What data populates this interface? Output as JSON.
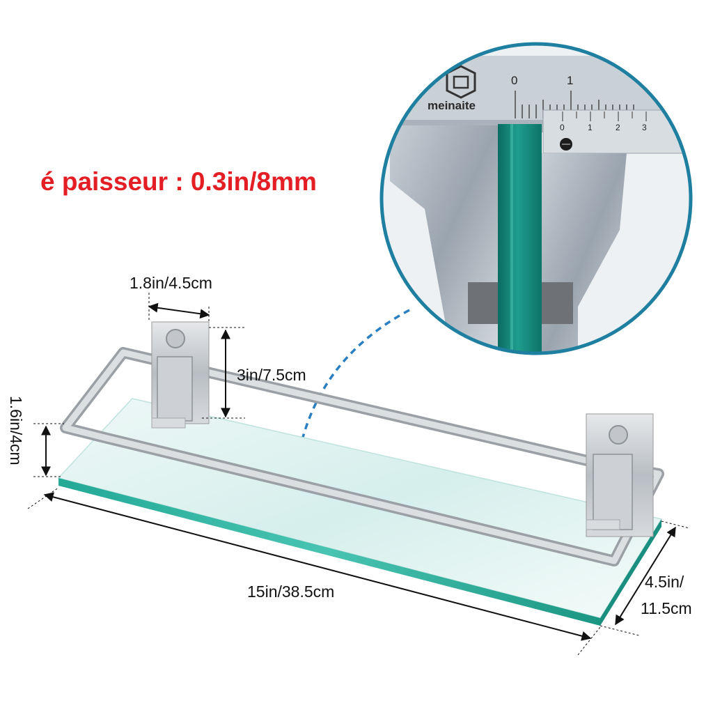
{
  "headline": {
    "thickness": "é paisseur : 0.3in/8mm"
  },
  "dimensions": {
    "bracket_width": "1.8in/4.5cm",
    "bracket_height": "3in/7.5cm",
    "rail_height": "1.6in/4cm",
    "length": "15in/38.5cm",
    "depth_line1": "4.5in/",
    "depth_line2": "11.5cm"
  },
  "caliper": {
    "brand": "meinaite",
    "main_scale": [
      "0",
      "1"
    ],
    "vernier_scale": [
      "0",
      "1",
      "2",
      "3"
    ]
  },
  "colors": {
    "headline": "#e31e24",
    "circle_border": "#1f7fa0",
    "glass_edge": "#2fb5a6",
    "arrow": "#2a7fc0"
  }
}
